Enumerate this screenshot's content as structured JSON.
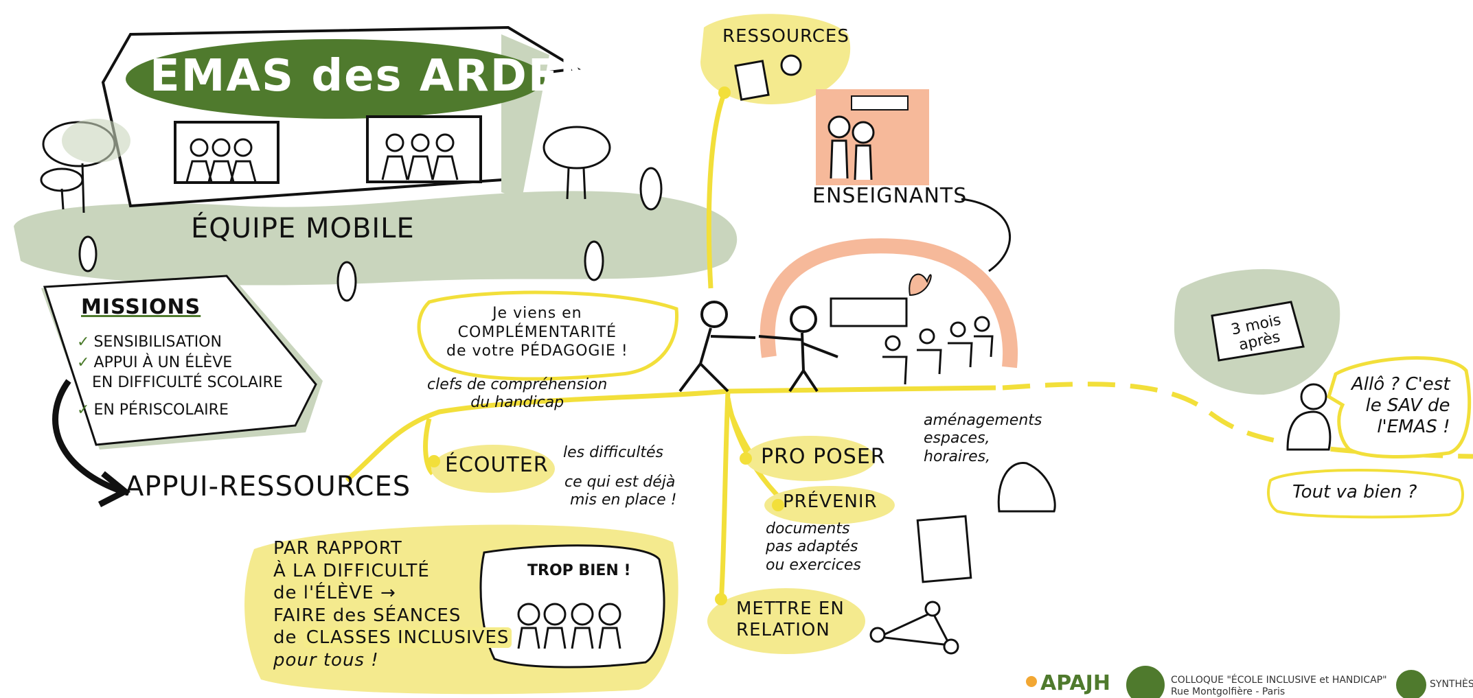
{
  "palette": {
    "dark_green": "#4f7a2d",
    "sage": "#c9d5bd",
    "yellow": "#f4ea8e",
    "yellow_line": "#f2df3a",
    "peach": "#f6b99a",
    "ink": "#111111"
  },
  "title": "EMAS des ARDENNES",
  "equipe": "ÉQUIPE MOBILE",
  "missions": {
    "heading": "MISSIONS",
    "items": [
      "SENSIBILISATION",
      "APPUI À UN ÉLÈVE",
      "EN DIFFICULTÉ SCOLAIRE",
      "EN PÉRISCOLAIRE"
    ]
  },
  "appui": "APPUI-RESSOURCES",
  "ressources": "RESSOURCES",
  "enseignants": "ENSEIGNANTS",
  "bubble": [
    "Je viens en",
    "COMPLÉMENTARITÉ",
    "de votre PÉDAGOGIE !"
  ],
  "clefs": [
    "clefs de compréhension",
    "du handicap"
  ],
  "ecouter": {
    "label": "ÉCOUTER",
    "items": [
      "les difficultés",
      "ce qui est déjà",
      "mis en place !"
    ]
  },
  "proposer": {
    "label": "PRO POSER",
    "items": [
      "aménagements",
      "espaces,",
      "horaires,"
    ]
  },
  "prevenir": {
    "label": "PRÉVENIR",
    "items": [
      "documents",
      "pas adaptés",
      "ou exercices"
    ]
  },
  "mettre": [
    "METTRE EN",
    "RELATION"
  ],
  "par_rapport": [
    "PAR RAPPORT",
    "À LA DIFFICULTÉ",
    "de l'ÉLÈVE →",
    "FAIRE des SÉANCES",
    "de",
    "CLASSES INCLUSIVES",
    "pour tous !"
  ],
  "trop_bien": "TROP BIEN !",
  "calendar": [
    "3 mois",
    "après"
  ],
  "allo": [
    "Allô ? C'est",
    "le SAV de",
    "l'EMAS !"
  ],
  "tout_va_bien": "Tout va bien ?",
  "footer": {
    "logo": "APAJH",
    "colloque": "COLLOQUE \"ÉCOLE INCLUSIVE et HANDICAP\"",
    "place": "Rue Montgolfière - Paris",
    "synthese": "SYNTHÈSE"
  }
}
